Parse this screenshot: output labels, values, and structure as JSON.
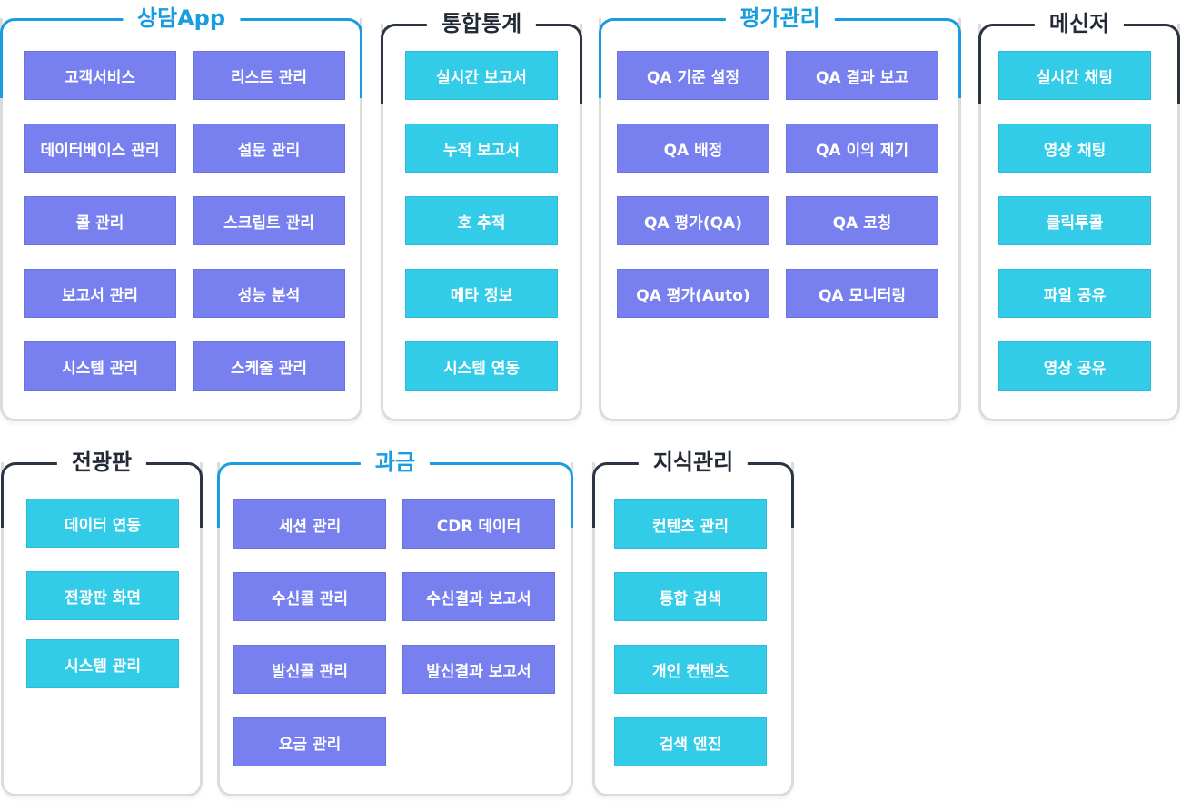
{
  "colors": {
    "purple_button": "#7880f0",
    "cyan_button": "#33cce8",
    "blue_accent": "#1a9de0",
    "dark_frame": "#2a3442",
    "panel_border": "#dcdcdc"
  },
  "panels": {
    "consult": {
      "title": "상담App",
      "items": [
        "고객서비스",
        "리스트 관리",
        "데이터베이스 관리",
        "설문 관리",
        "콜 관리",
        "스크립트 관리",
        "보고서 관리",
        "성능 분석",
        "시스템 관리",
        "스케줄 관리"
      ]
    },
    "stats": {
      "title": "통합통계",
      "items": [
        "실시간 보고서",
        "누적 보고서",
        "호 추적",
        "메타 정보",
        "시스템 연동"
      ]
    },
    "qa": {
      "title": "평가관리",
      "items": [
        "QA 기준 설정",
        "QA 결과 보고",
        "QA 배정",
        "QA 이의 제기",
        "QA 평가(QA)",
        "QA 코칭",
        "QA 평가(Auto)",
        "QA 모니터링"
      ]
    },
    "messenger": {
      "title": "메신저",
      "items": [
        "실시간 채팅",
        "영상 채팅",
        "클릭투콜",
        "파일 공유",
        "영상 공유"
      ]
    },
    "board": {
      "title": "전광판",
      "items": [
        "데이터 연동",
        "전광판 화면",
        "시스템 관리"
      ]
    },
    "billing": {
      "title": "과금",
      "items": [
        "세션 관리",
        "CDR 데이터",
        "수신콜 관리",
        "수신결과 보고서",
        "발신콜 관리",
        "발신결과 보고서",
        "요금 관리"
      ]
    },
    "knowledge": {
      "title": "지식관리",
      "items": [
        "컨텐츠 관리",
        "통합 검색",
        "개인 컨텐츠",
        "검색 엔진"
      ]
    }
  }
}
